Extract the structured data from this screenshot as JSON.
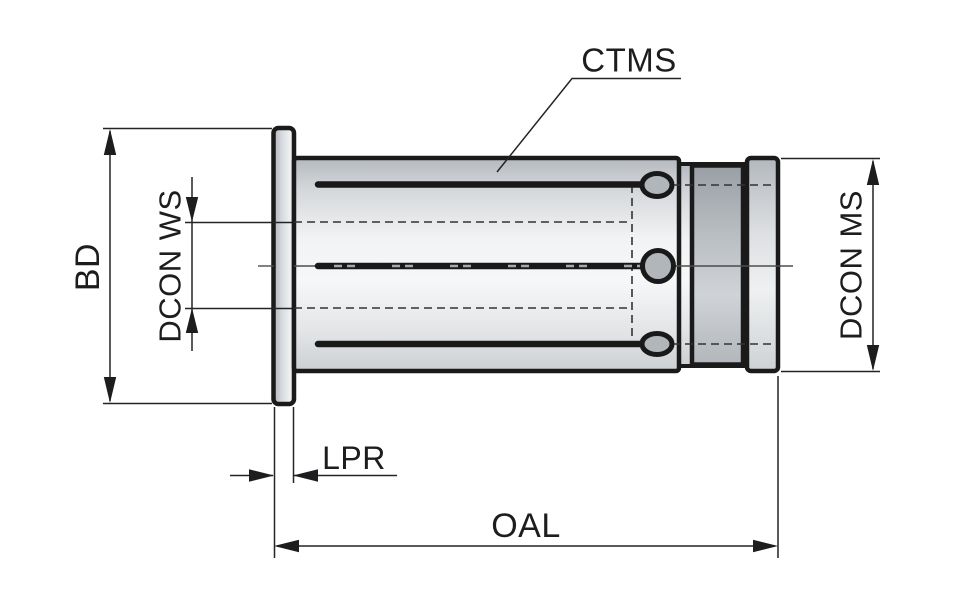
{
  "drawing": {
    "kind": "technical-dimension-drawing",
    "labels": {
      "ctms": "CTMS",
      "bd": "BD",
      "dcon_ws": "DCON WS",
      "dcon_ms": "DCON MS",
      "lpr": "LPR",
      "oal": "OAL"
    },
    "colors": {
      "background": "#ffffff",
      "outline": "#1a1a1a",
      "dimension_line": "#242424",
      "hidden_line": "#333333",
      "center_line": "#4d4d4d",
      "metal_light": "#f5f6f7",
      "metal_mid": "#c9cdd1",
      "metal_dark": "#9aa0a6"
    }
  }
}
